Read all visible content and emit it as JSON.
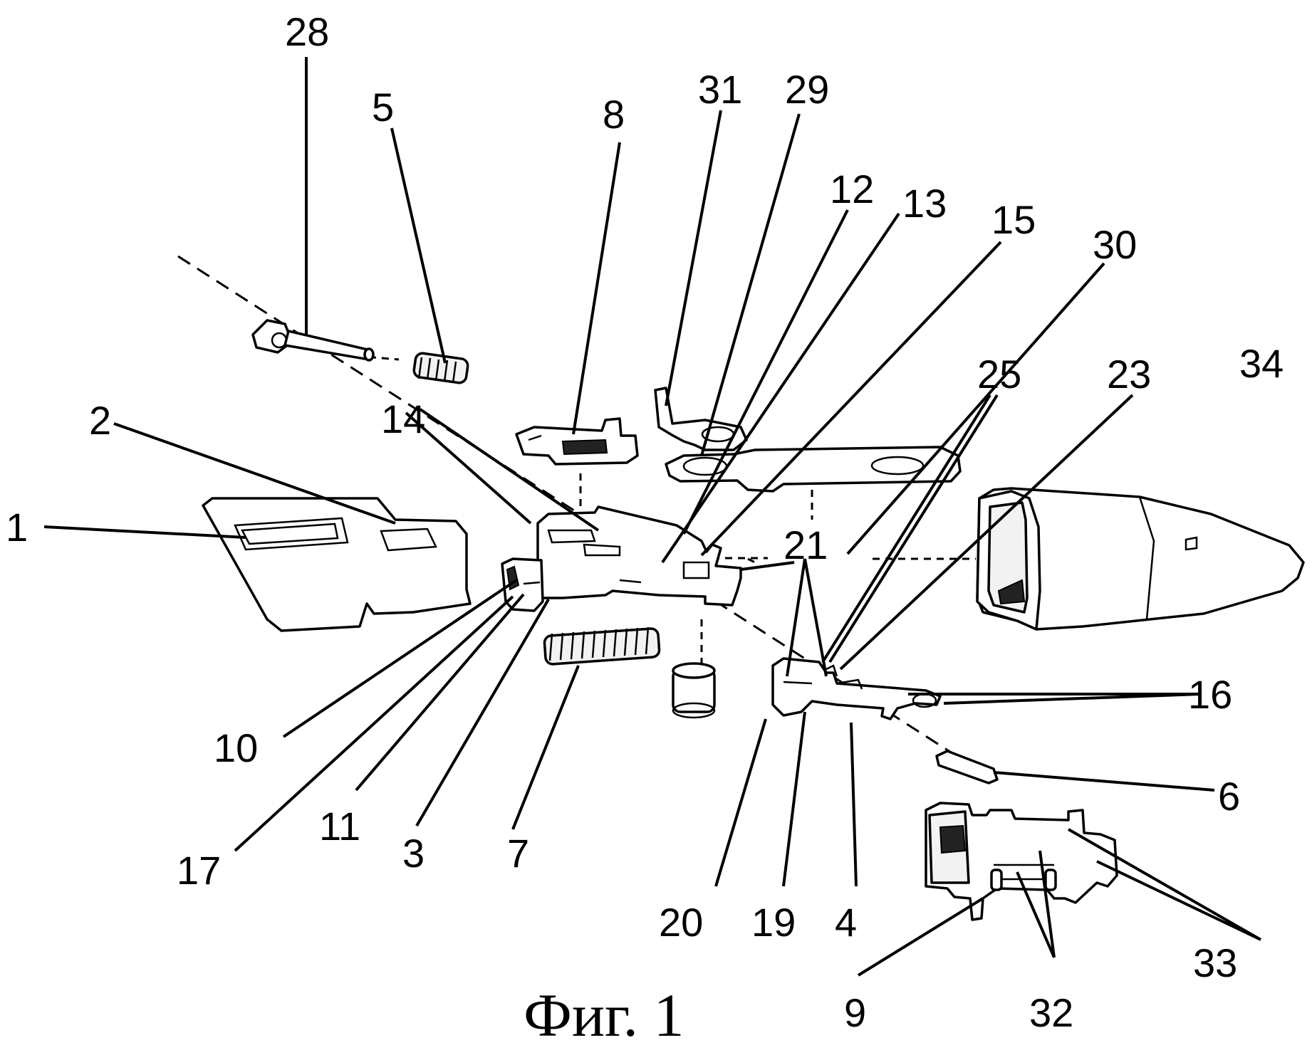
{
  "caption": "Фиг. 1",
  "labels": {
    "l1": "1",
    "l2": "2",
    "l3": "3",
    "l4": "4",
    "l5": "5",
    "l6": "6",
    "l7": "7",
    "l8": "8",
    "l9": "9",
    "l10": "10",
    "l11": "11",
    "l12": "12",
    "l13": "13",
    "l14": "14",
    "l15": "15",
    "l16": "16",
    "l17": "17",
    "l19": "19",
    "l20": "20",
    "l21": "21",
    "l23": "23",
    "l25": "25",
    "l28": "28",
    "l29": "29",
    "l30": "30",
    "l31": "31",
    "l32": "32",
    "l33": "33",
    "l34": "34"
  }
}
